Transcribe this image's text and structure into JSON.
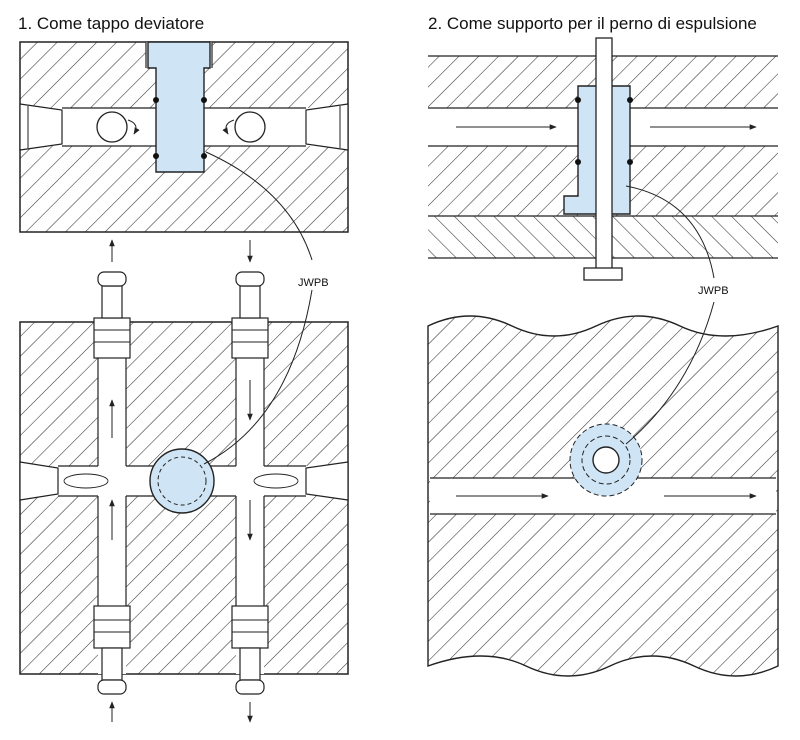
{
  "panel1": {
    "title": "1. Come tappo deviatore",
    "callout": "JWPB"
  },
  "panel2": {
    "title": "2. Come supporto per il perno di espulsione",
    "callout": "JWPB"
  },
  "colors": {
    "part_fill": "#cfe5f5",
    "hatch": "#333333",
    "outline": "#222222",
    "background": "#ffffff"
  }
}
